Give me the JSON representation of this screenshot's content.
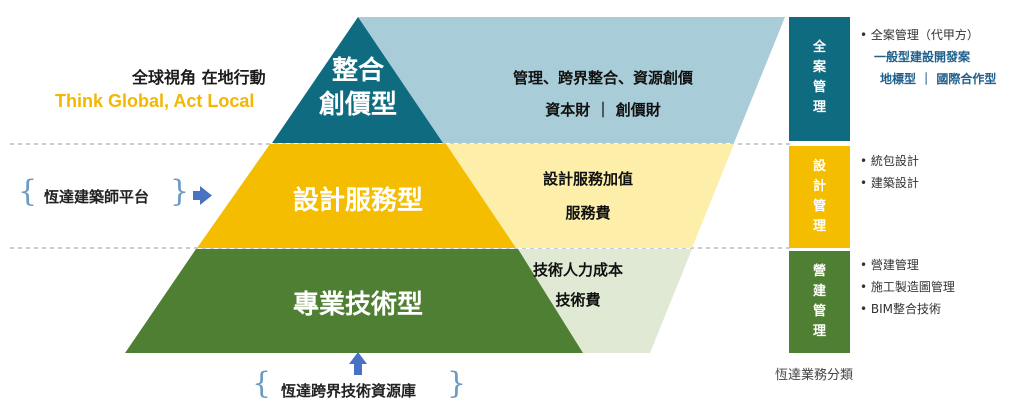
{
  "slogan": {
    "zh": "全球視角 在地行動",
    "en": "Think Global, Act Local"
  },
  "pyramid": {
    "top": {
      "line1": "整合",
      "line2": "創價型"
    },
    "middle": "設計服務型",
    "bottom": "專業技術型"
  },
  "value_panel": {
    "top": {
      "line1": "管理、跨界整合、資源創價",
      "line2": "資本財 ｜ 創價財"
    },
    "middle": {
      "line1": "設計服務加值",
      "line2": "服務費"
    },
    "bottom": {
      "line1": "技術人力成本",
      "line2": "技術費"
    }
  },
  "categories": [
    {
      "label": "全案管理",
      "color": "#0e6b80",
      "items": [
        "全案管理（代甲方）",
        "一般型建設開發案",
        "地標型 ｜ 國際合作型"
      ]
    },
    {
      "label": "設計管理",
      "color": "#f5bd00",
      "items": [
        "統包設計",
        "建築設計"
      ]
    },
    {
      "label": "營建管理",
      "color": "#4f7f32",
      "items": [
        "營建管理",
        "施工製造圖管理",
        "BIM整合技術"
      ]
    }
  ],
  "categories_caption": "恆達業務分類",
  "platforms": {
    "left": "恆達建築師平台",
    "bottom": "恆達跨界技術資源庫"
  },
  "colors": {
    "teal": "#0e6b80",
    "light_teal": "#a9cdd8",
    "yellow": "#f5bd00",
    "light_yellow": "#fdeeaa",
    "green": "#4f7f32",
    "light_green": "#dfe9d3",
    "arrow_blue": "#4a72c4"
  }
}
